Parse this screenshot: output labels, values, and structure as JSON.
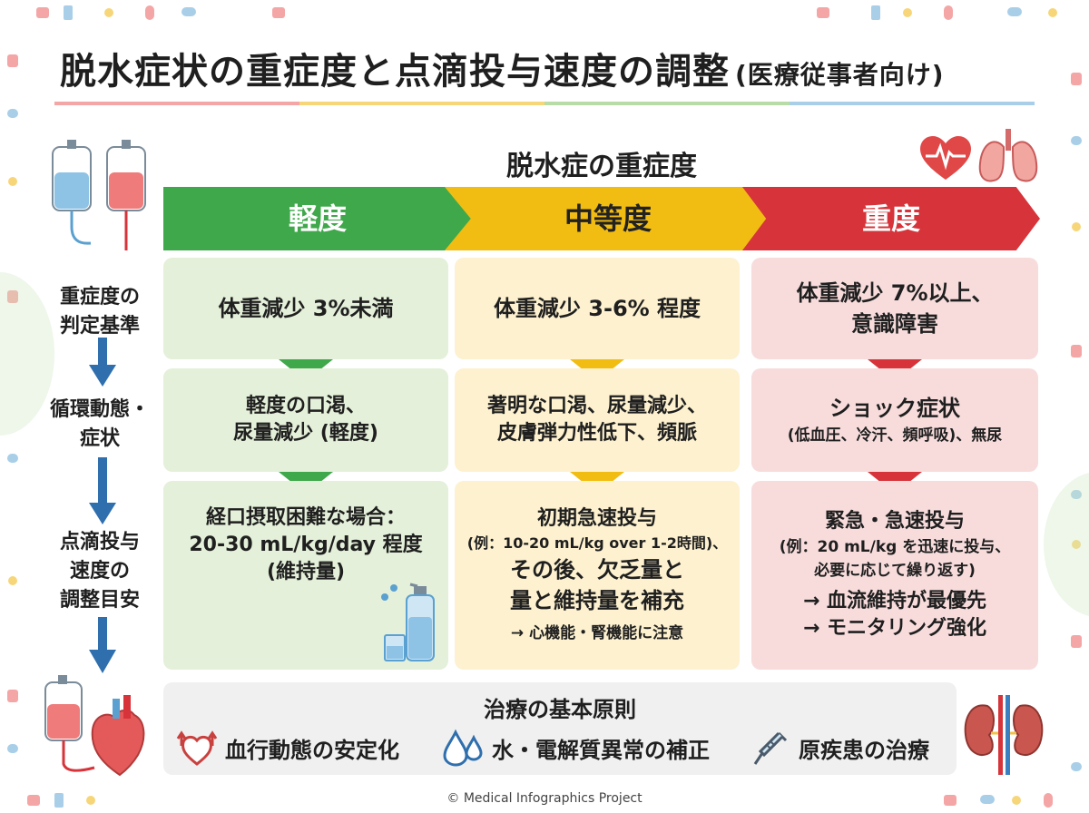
{
  "title": {
    "main": "脱水症状の重症度と点滴投与速度の調整",
    "sub": "(医療従事者向け)"
  },
  "severity_heading": "脱水症の重症度",
  "severity_levels": [
    {
      "label": "軽度",
      "color": "#3fa84a"
    },
    {
      "label": "中等度",
      "color": "#f2bd12"
    },
    {
      "label": "重度",
      "color": "#d6343a"
    }
  ],
  "row_labels": [
    {
      "line1": "重症度の",
      "line2": "判定基準"
    },
    {
      "line1": "循環動態・",
      "line2": "症状"
    },
    {
      "line1": "点滴投与",
      "line2": "速度の",
      "line3": "調整目安"
    }
  ],
  "criteria": {
    "mild": "体重減少 3%未満",
    "moderate": "体重減少 3-6% 程度",
    "severe_line1": "体重減少 7%以上、",
    "severe_line2": "意識障害"
  },
  "symptoms": {
    "mild_line1": "軽度の口渇、",
    "mild_line2": "尿量減少 (軽度)",
    "moderate_line1": "著明な口渇、尿量減少、",
    "moderate_line2": "皮膚弾力性低下、頻脈",
    "severe_line1": "ショック症状",
    "severe_line2": "(低血圧、冷汗、頻呼吸)、無尿"
  },
  "infusion": {
    "mild_line1": "経口摂取困難な場合：",
    "mild_line2": "20-30 mL/kg/day 程度",
    "mild_line3": "(維持量)",
    "moderate_line1": "初期急速投与",
    "moderate_line2": "(例：10-20 mL/kg over 1-2時間)、",
    "moderate_line3": "その後、欠乏量と",
    "moderate_line4": "量と維持量を補充",
    "moderate_note": "→ 心機能・腎機能に注意",
    "severe_line1": "緊急・急速投与",
    "severe_line2": "(例：20 mL/kg を迅速に投与、",
    "severe_line3": "必要に応じて繰り返す)",
    "severe_note1": "→ 血流維持が最優先",
    "severe_note2": "→ モニタリング強化"
  },
  "principles": {
    "title": "治療の基本原則",
    "items": [
      {
        "label": "血行動態の安定化",
        "icon": "heart-circulation-icon"
      },
      {
        "label": "水・電解質異常の補正",
        "icon": "water-drops-icon"
      },
      {
        "label": "原疾患の治療",
        "icon": "syringe-icon"
      }
    ]
  },
  "copyright": "© Medical Infographics Project",
  "colors": {
    "mild_bg": "#e4f0d9",
    "moderate_bg": "#fdf1cf",
    "severe_bg": "#f8dcdc",
    "arrow_blue": "#2f6fae"
  }
}
